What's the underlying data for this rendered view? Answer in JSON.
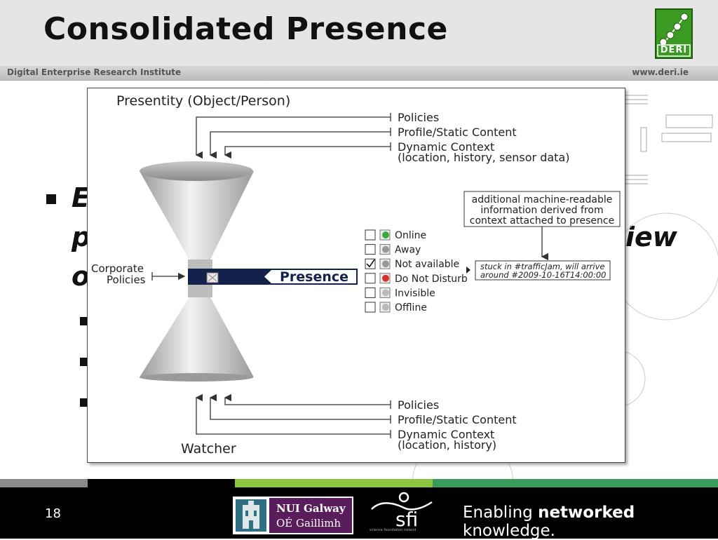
{
  "header": {
    "title": "Consolidated Presence",
    "institute": "Digital Enterprise Research Institute",
    "website": "www.deri.ie",
    "logo_text": "DERI"
  },
  "background_slide": {
    "bullet_text_visible_fragment": [
      "E",
      "p",
      "o",
      "iew"
    ]
  },
  "diagram": {
    "top_label": "Presentity (Object/Person)",
    "top_inputs": [
      "Policies",
      "Profile/Static Content",
      "Dynamic Context",
      "(location, history, sensor data)"
    ],
    "left_label_line1": "Corporate",
    "left_label_line2": "Policies",
    "center_label": "Presence",
    "note_line1": "additional machine-readable",
    "note_line2": "information derived from",
    "note_line3": "context attached to presence",
    "statuses": [
      {
        "label": "Online",
        "checked": false,
        "icon_color": "#3aa83a"
      },
      {
        "label": "Away",
        "checked": false,
        "icon_color": "#999999"
      },
      {
        "label": "Not available",
        "checked": true,
        "icon_color": "#999999"
      },
      {
        "label": "Do Not Disturb",
        "checked": false,
        "icon_color": "#d9312a"
      },
      {
        "label": "Invisible",
        "checked": false,
        "icon_color": "#bbbbbb"
      },
      {
        "label": "Offline",
        "checked": false,
        "icon_color": "#bbbbbb"
      }
    ],
    "status_message_line1": "stuck in #trafficJam, will arrive",
    "status_message_line2": "around #2009-10-16T14:00:00",
    "bottom_inputs": [
      "Policies",
      "Profile/Static Content",
      "Dynamic Context",
      "(location, history)"
    ],
    "bottom_label": "Watcher"
  },
  "footer": {
    "page_number": "18",
    "nui_line1": "NUI Galway",
    "nui_line2": "OÉ Gaillimh",
    "sfi_text": "sfi",
    "sfi_caption": "science foundation ireland",
    "tagline_pre": "Enabling ",
    "tagline_bold": "networked",
    "tagline_post": " knowledge."
  },
  "colors": {
    "presence_band": "#14214a",
    "deri_green": "#3a9a22",
    "nui_purple": "#5a1d5c",
    "footer_green": "#8cc63f"
  }
}
